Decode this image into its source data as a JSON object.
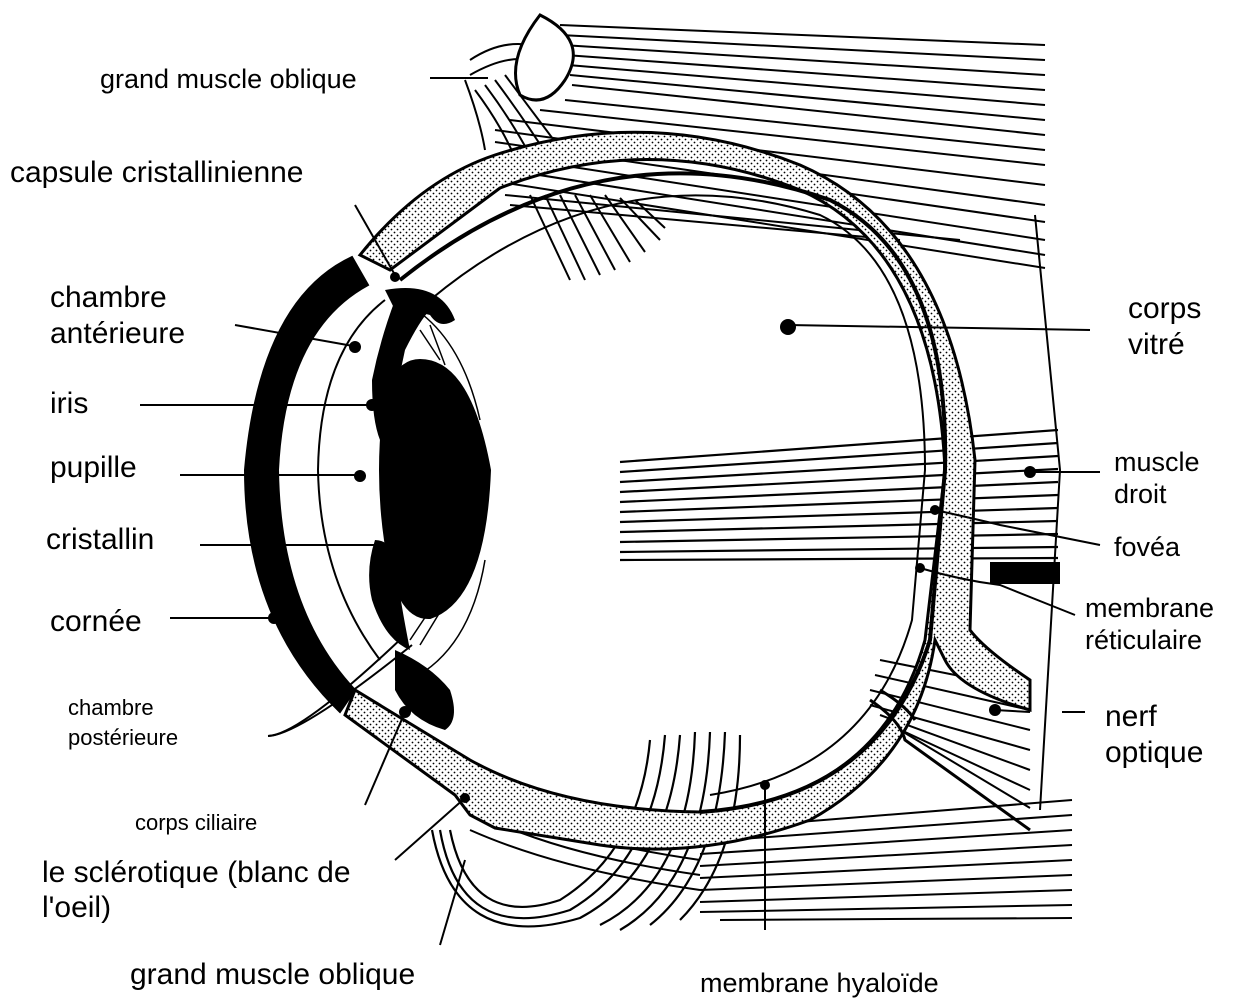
{
  "labels": {
    "grand_muscle_oblique_top": "grand muscle oblique",
    "capsule_cristallinienne": "capsule cristallinienne",
    "chambre_anterieure_1": "chambre",
    "chambre_anterieure_2": "antérieure",
    "iris": "iris",
    "pupille": "pupille",
    "cristallin": "cristallin",
    "cornee": "cornée",
    "chambre_posterieure_1": "chambre",
    "chambre_posterieure_2": "postérieure",
    "corps_ciliaire": "corps ciliaire",
    "sclerotique_1": "le sclérotique (blanc de",
    "sclerotique_2": "l'oeil)",
    "grand_muscle_oblique_bottom": "grand muscle oblique",
    "corps_vitre_1": "corps",
    "corps_vitre_2": "vitré",
    "muscle_droit_1": "muscle",
    "muscle_droit_2": "droit",
    "fovea": "fovéa",
    "membrane_reticulaire_1": "membrane",
    "membrane_reticulaire_2": "réticulaire",
    "nerf_optique_1": "nerf",
    "nerf_optique_2": "optique",
    "membrane_hyaloide": "membrane hyaloïde"
  }
}
